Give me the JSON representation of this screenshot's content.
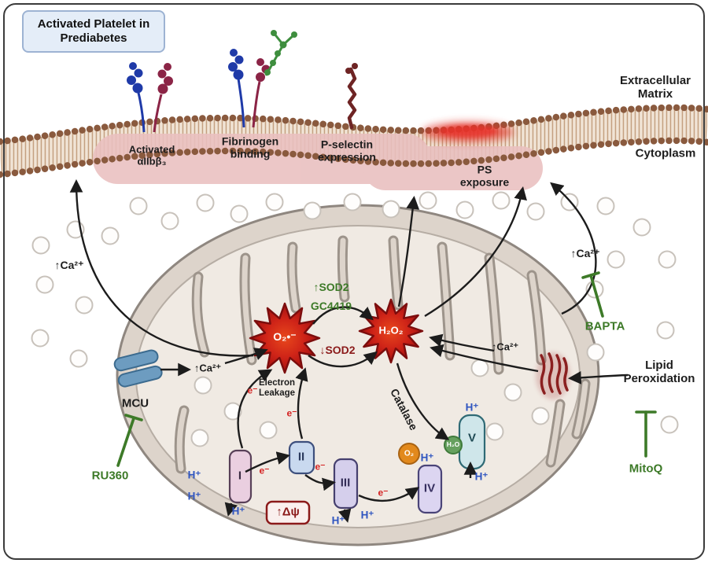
{
  "title": "Activated Platelet in Prediabetes",
  "membrane": {
    "extracellular": "Extracellular Matrix",
    "cytoplasm": "Cytoplasm"
  },
  "receptors": {
    "aiibb3": "Activated αIIbβ₃",
    "fibrinogen": "Fibrinogen binding",
    "pselectin": "P-selectin expression",
    "ps_exposure": "PS exposure"
  },
  "ros": {
    "superoxide": "O₂•⁻",
    "h2o2": "H₂O₂",
    "sod2_up": "↑SOD2",
    "gc4419": "GC4419",
    "sod2_down": "↓SOD2",
    "catalase": "Catalase"
  },
  "calcium": {
    "ca": "↑Ca²⁺",
    "mcu": "MCU"
  },
  "etc": {
    "c1": "I",
    "c2": "II",
    "c3": "III",
    "c4": "IV",
    "c5": "V",
    "electron": "e⁻",
    "proton": "H⁺",
    "leakage": "Electron Leakage",
    "o2": "O₂",
    "h2o": "H₂O",
    "dpsi": "↑Δψ"
  },
  "inhibitors": {
    "ru360": "RU360",
    "bapta": "BAPTA",
    "mitoq": "MitoQ"
  },
  "damage": {
    "lipid_peroxidation": "Lipid Peroxidation"
  },
  "colors": {
    "inhibitor_green": "#3d7a28",
    "sod2_down_red": "#8b1a1a",
    "electron_red": "#d42020",
    "proton_blue": "#2f55c0",
    "starburst_red": "#c8201a",
    "membrane_brown": "#8a5a3e",
    "blob_pink": "#e9bfbf"
  }
}
